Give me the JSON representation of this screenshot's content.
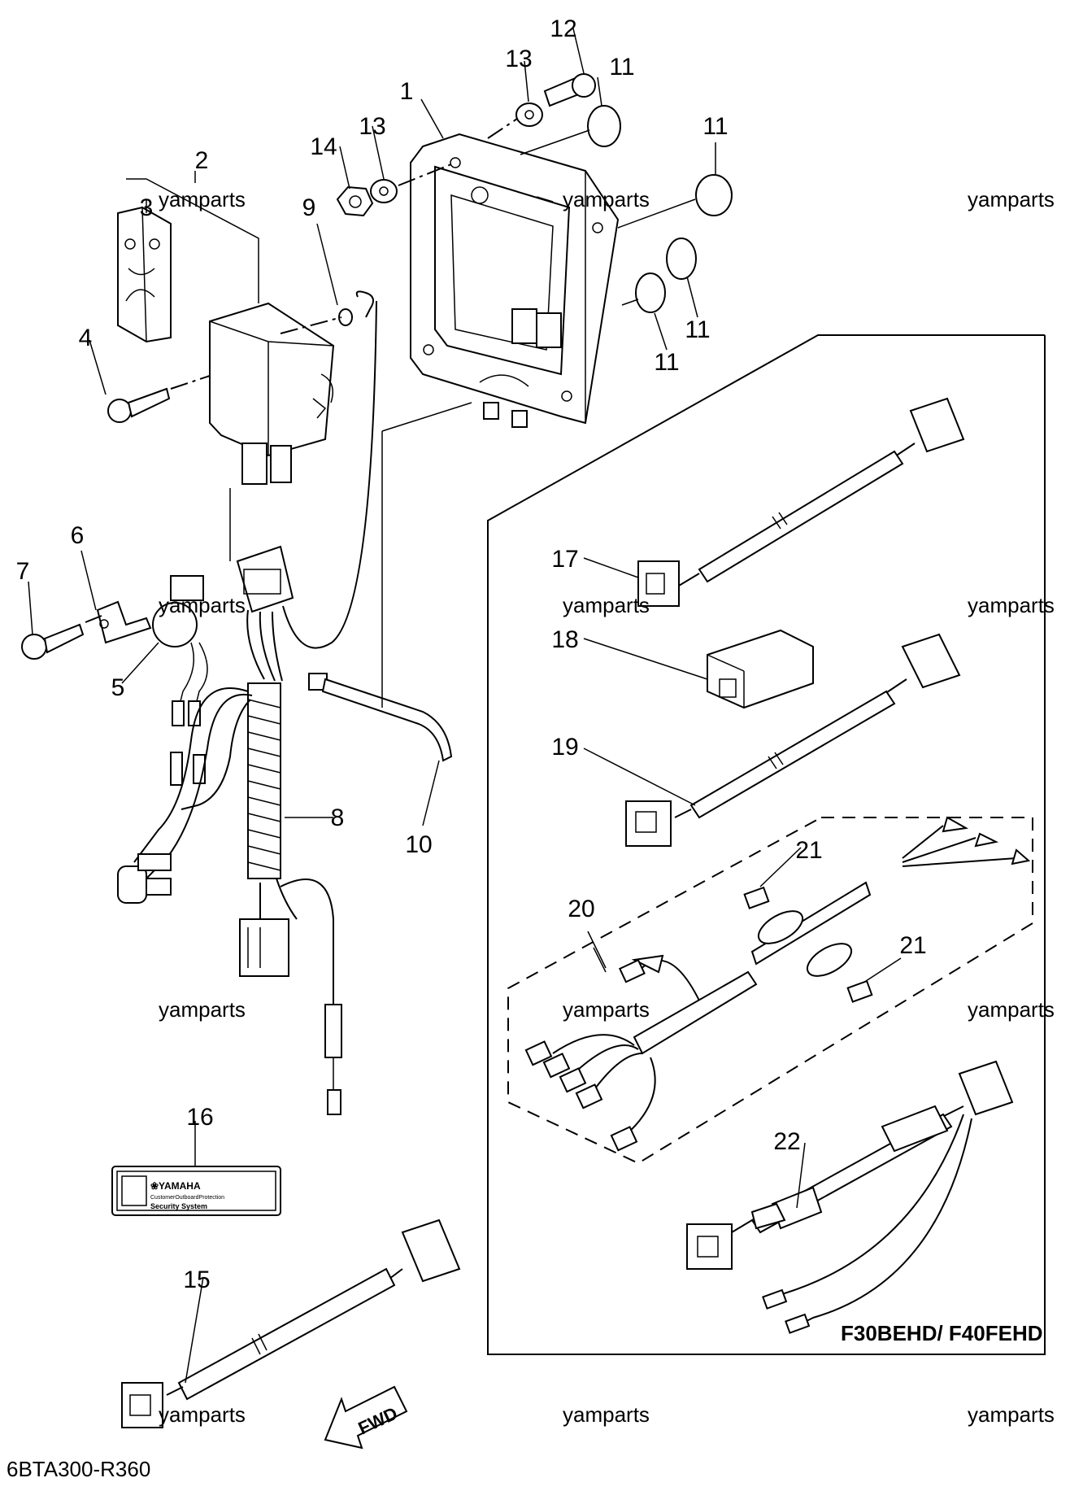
{
  "callouts": [
    {
      "id": "1",
      "text": "1"
    },
    {
      "id": "2",
      "text": "2"
    },
    {
      "id": "3",
      "text": "3"
    },
    {
      "id": "4",
      "text": "4"
    },
    {
      "id": "5",
      "text": "5"
    },
    {
      "id": "6",
      "text": "6"
    },
    {
      "id": "7",
      "text": "7"
    },
    {
      "id": "8",
      "text": "8"
    },
    {
      "id": "9",
      "text": "9"
    },
    {
      "id": "10",
      "text": "10"
    },
    {
      "id": "11a",
      "text": "11"
    },
    {
      "id": "11b",
      "text": "11"
    },
    {
      "id": "11c",
      "text": "11"
    },
    {
      "id": "11d",
      "text": "11"
    },
    {
      "id": "12",
      "text": "12"
    },
    {
      "id": "13a",
      "text": "13"
    },
    {
      "id": "13b",
      "text": "13"
    },
    {
      "id": "14",
      "text": "14"
    },
    {
      "id": "15",
      "text": "15"
    },
    {
      "id": "16",
      "text": "16"
    },
    {
      "id": "17",
      "text": "17"
    },
    {
      "id": "18",
      "text": "18"
    },
    {
      "id": "19",
      "text": "19"
    },
    {
      "id": "20",
      "text": "20"
    },
    {
      "id": "21a",
      "text": "21"
    },
    {
      "id": "21b",
      "text": "21"
    },
    {
      "id": "22",
      "text": "22"
    }
  ],
  "watermark": "yamparts",
  "model_label": "F30BEHD/ F40FEHD",
  "diagram_id": "6BTA300-R360",
  "fwd_label": "FWD",
  "decal": {
    "brand": "❀YAMAHA",
    "line1": "CustomerOutboardProtection",
    "line2": "Security System"
  }
}
